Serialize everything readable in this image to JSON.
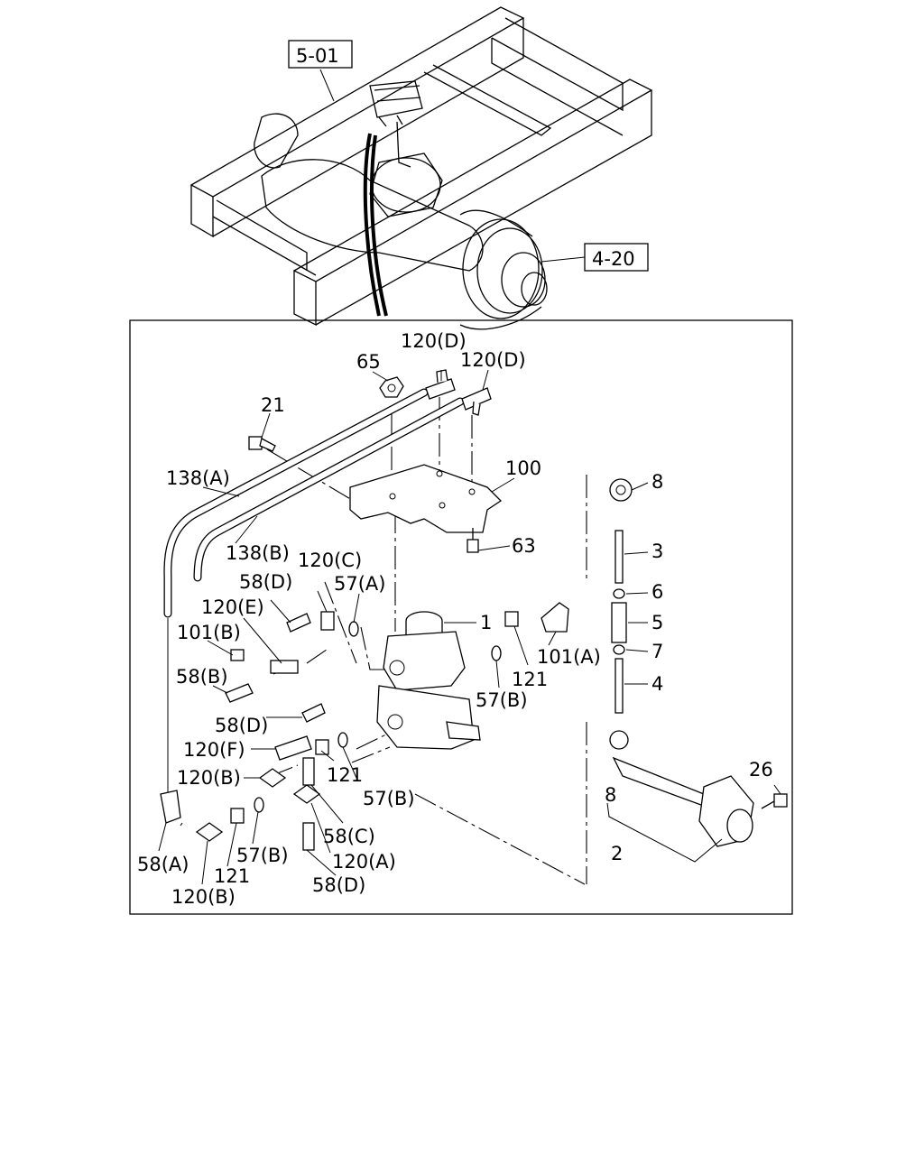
{
  "diagram": {
    "refs": {
      "r501": "5-01",
      "r420": "4-20"
    },
    "labels": {
      "p120D_a": "120(D)",
      "p120D_b": "120(D)",
      "p65": "65",
      "p21": "21",
      "p100": "100",
      "p138A": "138(A)",
      "p138B": "138(B)",
      "p63": "63",
      "p8_top": "8",
      "p3": "3",
      "p6": "6",
      "p5": "5",
      "p7": "7",
      "p4": "4",
      "p8_bot": "8",
      "p2": "2",
      "p26": "26",
      "p120C": "120(C)",
      "p58D_a": "58(D)",
      "p57A": "57(A)",
      "p120E": "120(E)",
      "p1": "1",
      "p101B": "101(B)",
      "p101A": "101(A)",
      "p121_a": "121",
      "p58B": "58(B)",
      "p57B_a": "57(B)",
      "p58D_b": "58(D)",
      "p120F": "120(F)",
      "p121_b": "121",
      "p57B_b": "57(B)",
      "p120B_a": "120(B)",
      "p58C": "58(C)",
      "p57B_c": "57(B)",
      "p120A": "120(A)",
      "p58A": "58(A)",
      "p121_c": "121",
      "p58D_c": "58(D)",
      "p120B_b": "120(B)"
    }
  }
}
